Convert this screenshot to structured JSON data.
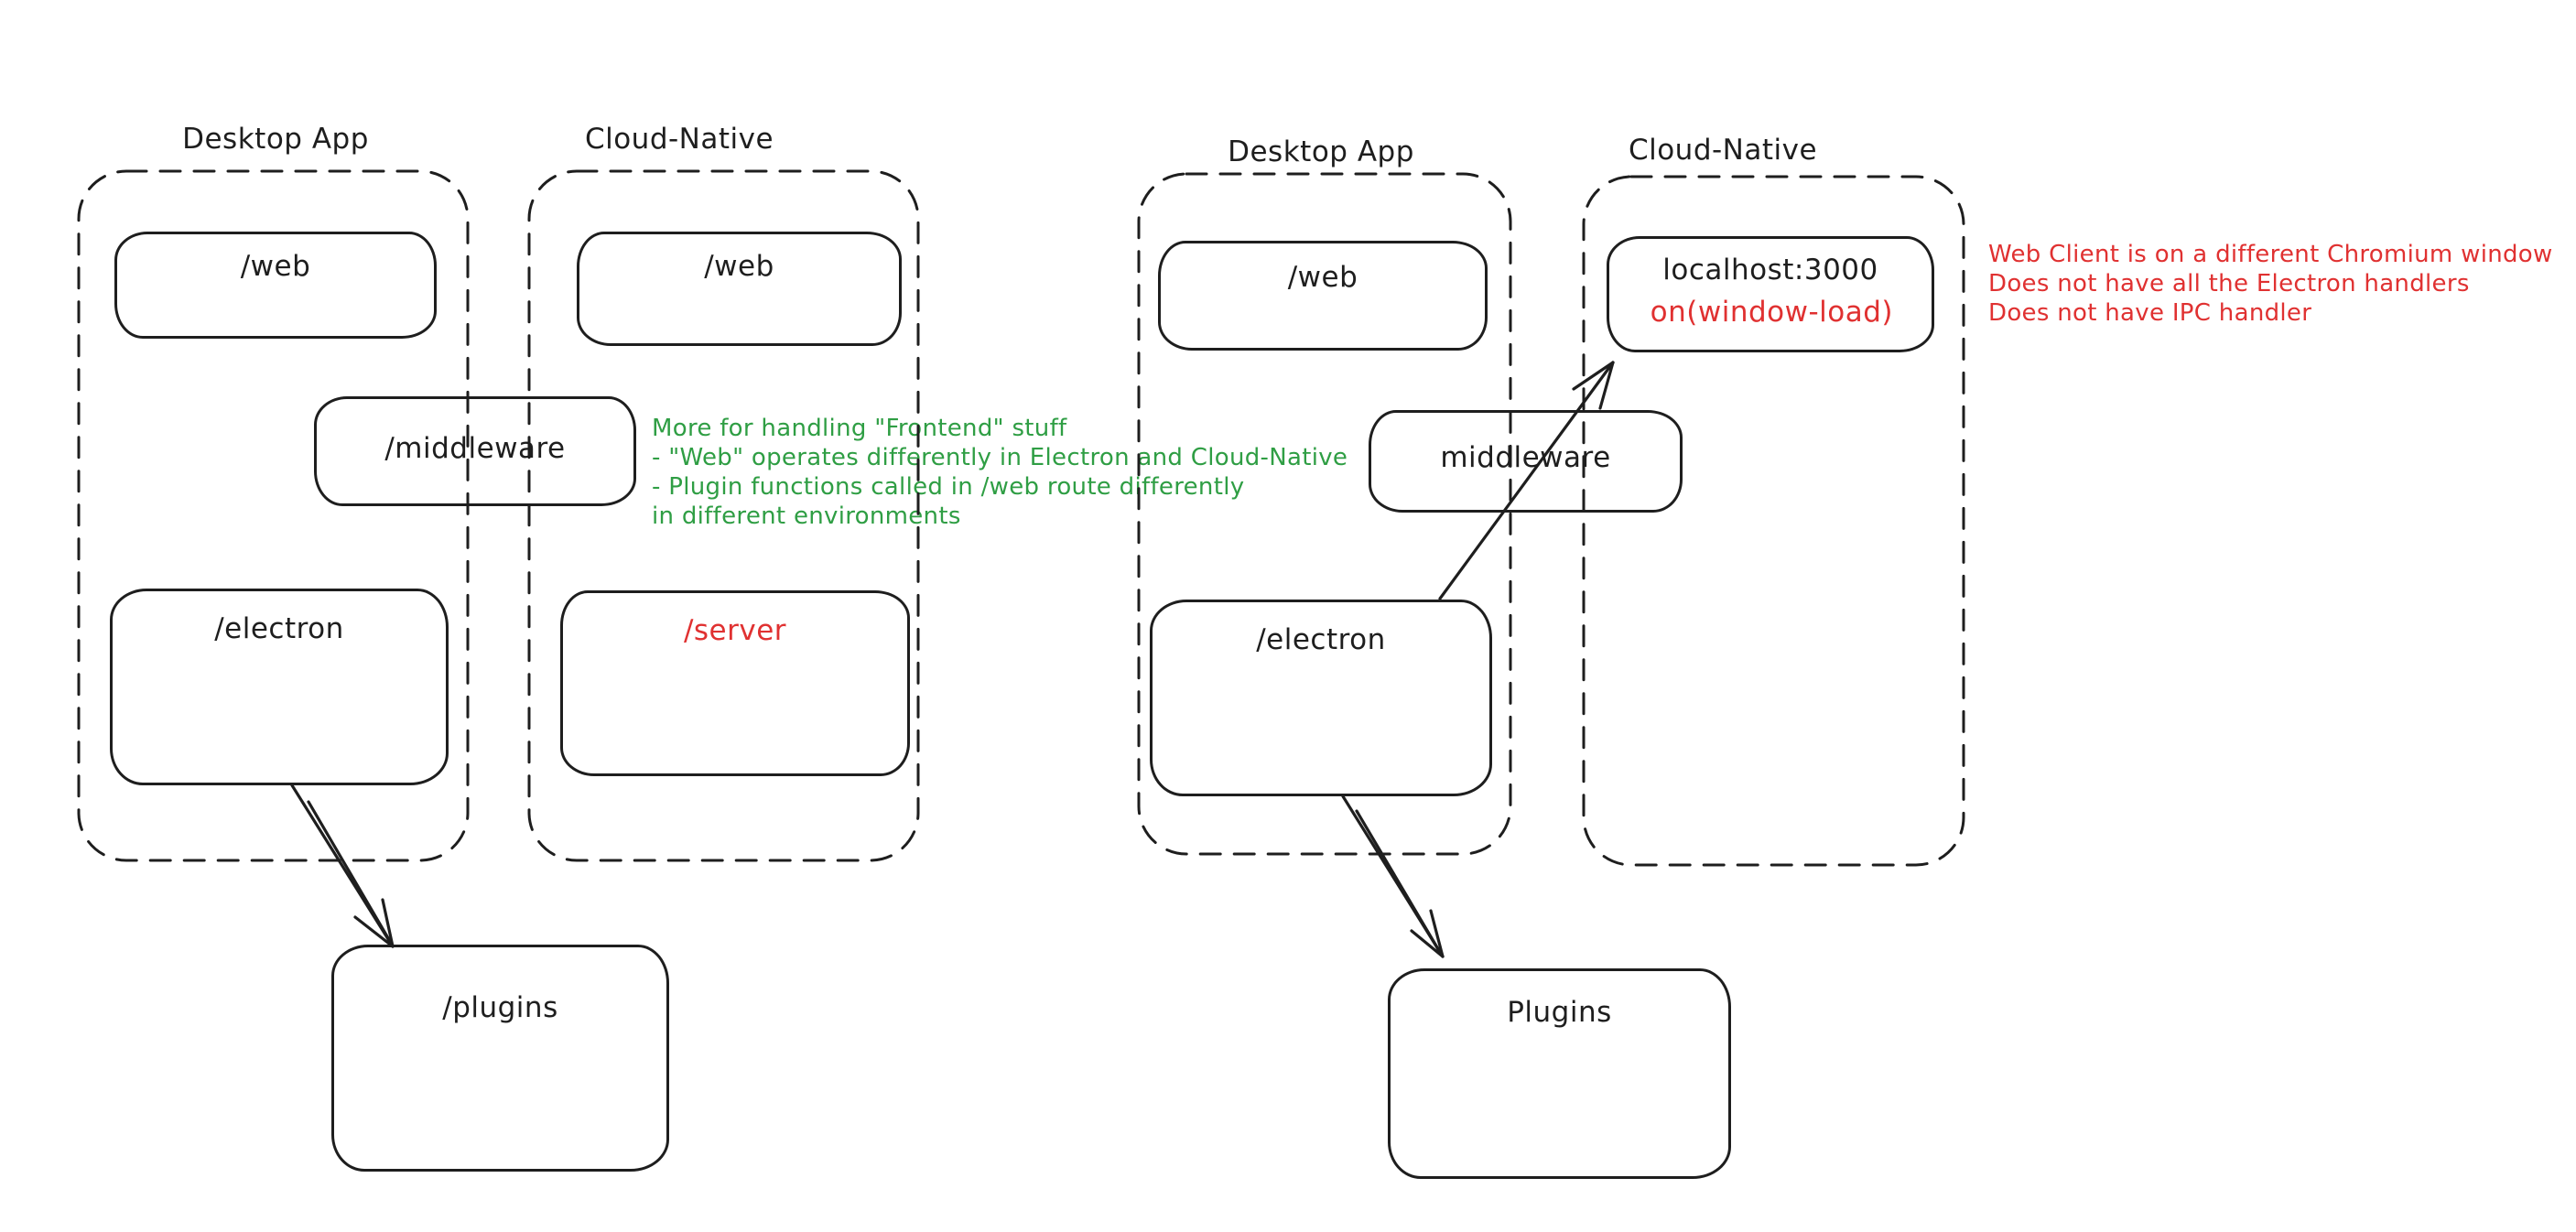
{
  "colors": {
    "ink": "#1e1e1e",
    "green": "#2f9e44",
    "red": "#e03131",
    "background": "#ffffff"
  },
  "left_diagram": {
    "desktop_container_label": "Desktop App",
    "cloud_container_label": "Cloud-Native",
    "web_desktop_box": "/web",
    "web_cloud_box": "/web",
    "middleware_box": "/middleware",
    "electron_box": "/electron",
    "server_box": "/server",
    "plugins_box": "/plugins",
    "green_note_lines": [
      "More for handling \"Frontend\" stuff",
      "- \"Web\" operates differently in Electron and Cloud-Native",
      "- Plugin functions called in /web route differently",
      "in different environments"
    ]
  },
  "right_diagram": {
    "desktop_container_label": "Desktop App",
    "cloud_container_label": "Cloud-Native",
    "web_box": "/web",
    "localhost_box_title": "localhost:3000",
    "localhost_box_event": "on(window-load)",
    "middleware_box": "middleware",
    "electron_box": "/electron",
    "plugins_box": "Plugins",
    "red_note_lines": [
      "Web Client is on a different Chromium window",
      "Does not have all the Electron handlers",
      "Does not have IPC handler"
    ]
  }
}
